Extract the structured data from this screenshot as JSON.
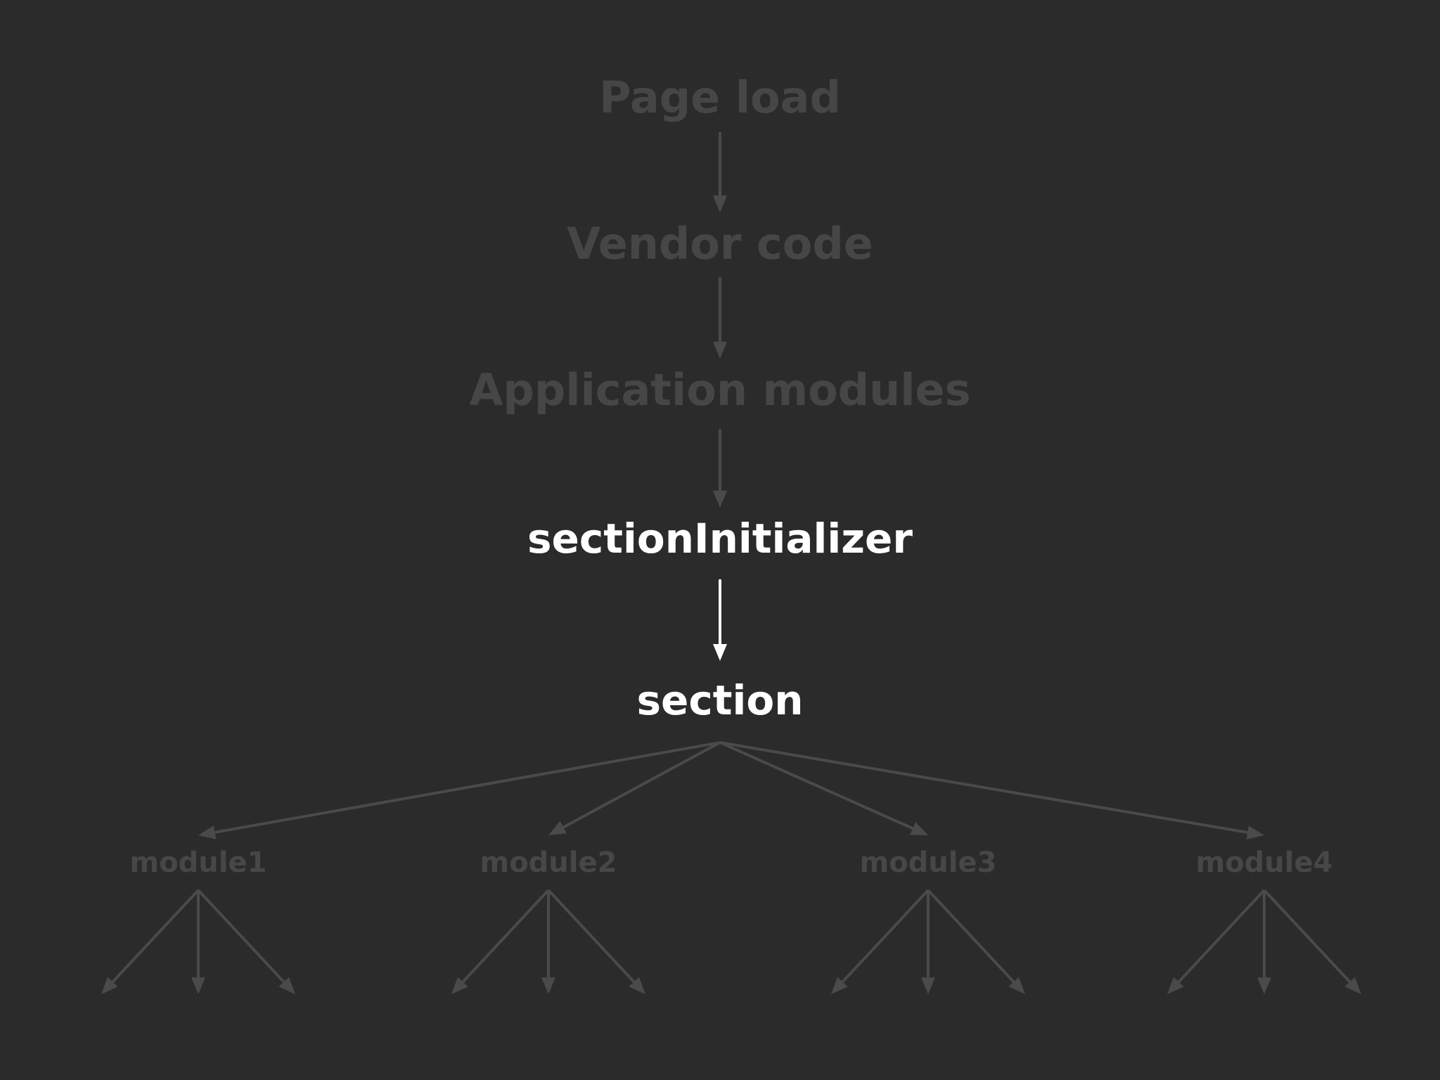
{
  "diagram": {
    "colors": {
      "background": "#2b2b2b",
      "dimmed": "#464646",
      "highlight": "#ffffff"
    },
    "nodes": {
      "page_load": "Page load",
      "vendor_code": "Vendor code",
      "application_modules": "Application modules",
      "section_initializer": "sectionInitializer",
      "section": "section",
      "modules": [
        "module1",
        "module2",
        "module3",
        "module4"
      ]
    },
    "edges": [
      {
        "from": "page_load",
        "to": "vendor_code",
        "highlighted": false
      },
      {
        "from": "vendor_code",
        "to": "application_modules",
        "highlighted": false
      },
      {
        "from": "application_modules",
        "to": "section_initializer",
        "highlighted": false
      },
      {
        "from": "section_initializer",
        "to": "section",
        "highlighted": true
      },
      {
        "from": "section",
        "to": "module1",
        "highlighted": false
      },
      {
        "from": "section",
        "to": "module2",
        "highlighted": false
      },
      {
        "from": "section",
        "to": "module3",
        "highlighted": false
      },
      {
        "from": "section",
        "to": "module4",
        "highlighted": false
      }
    ],
    "module_children_per_module": 3
  }
}
